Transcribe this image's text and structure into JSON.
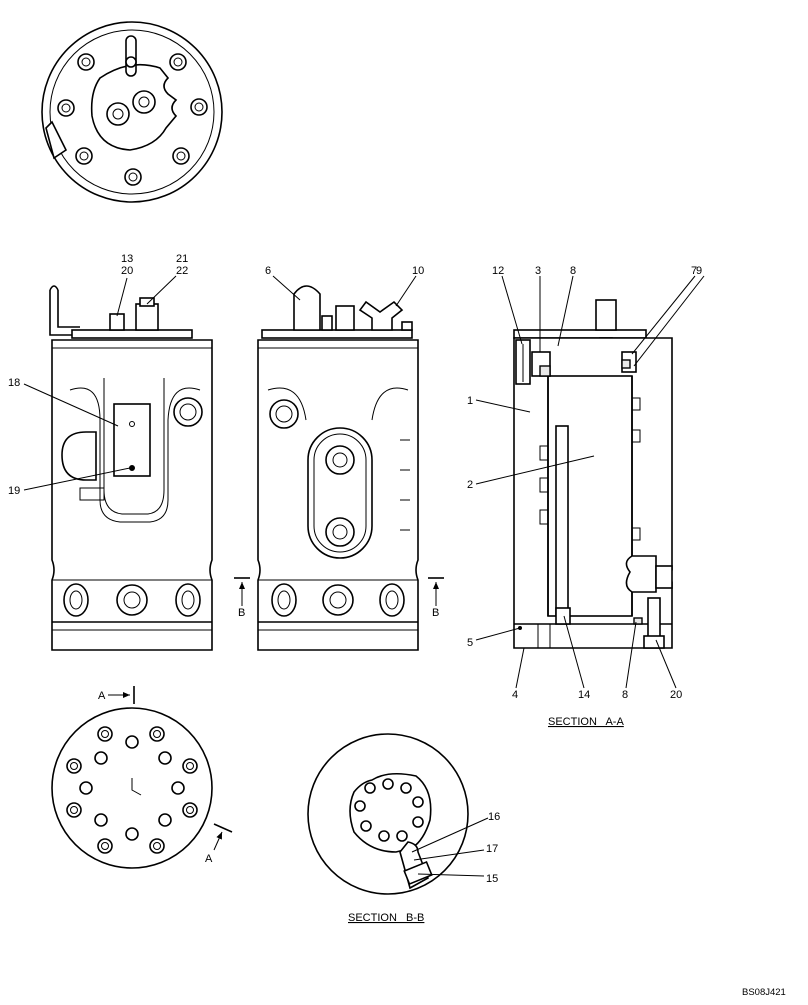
{
  "drawing": {
    "callouts": {
      "c13": "13",
      "c20a": "20",
      "c21": "21",
      "c22": "22",
      "c18": "18",
      "c19": "19",
      "c6": "6",
      "c10": "10",
      "c12": "12",
      "c3": "3",
      "c8a": "8",
      "c7": "7",
      "c9": "9",
      "c1": "1",
      "c2": "2",
      "c5": "5",
      "c4": "4",
      "c14": "14",
      "c8b": "8",
      "c20b": "20",
      "c16": "16",
      "c17": "17",
      "c15": "15"
    },
    "section_markers": {
      "b_left": "B",
      "b_right": "B",
      "a_top": "A",
      "a_bottom": "A"
    },
    "captions": {
      "section_aa": "SECTION   A-A",
      "section_bb": "SECTION   B-B"
    },
    "drawing_code": "BS08J421"
  }
}
